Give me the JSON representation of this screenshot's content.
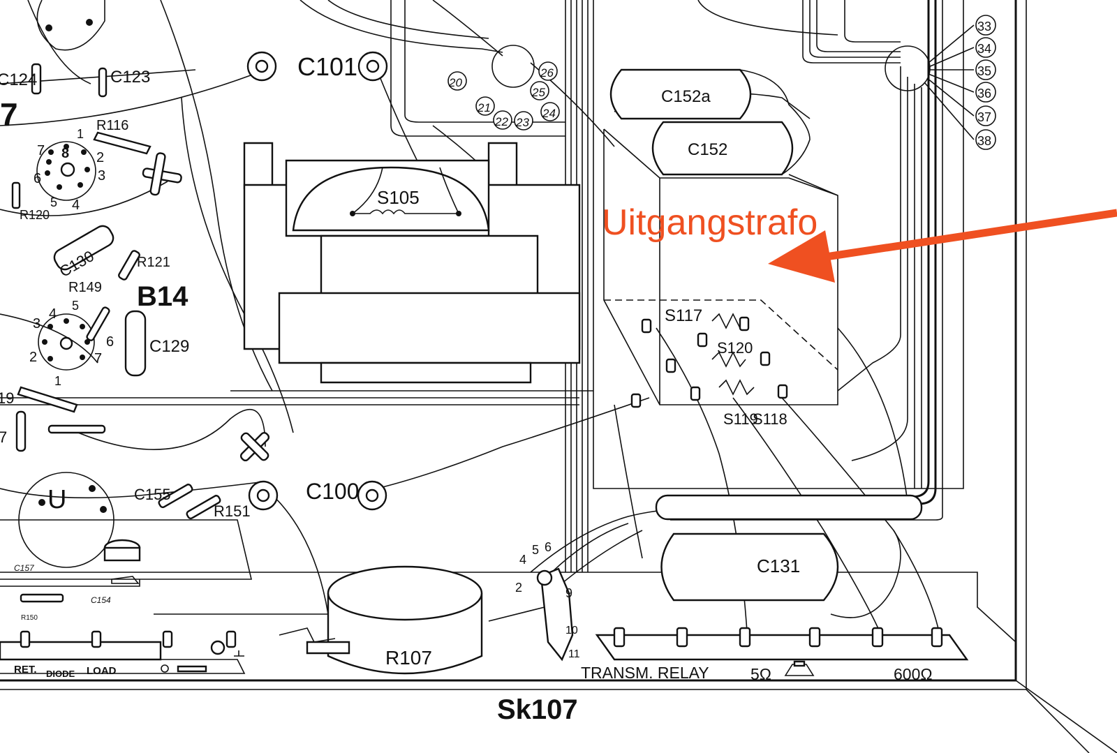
{
  "colors": {
    "annotation": "#ef5021",
    "ink": "#111111",
    "paper": "#ffffff"
  },
  "annotation": {
    "text": "Uitgangstrafo",
    "pointer": "arrow-left-pointing"
  },
  "components": {
    "c101": "C101",
    "c100": "C100",
    "c124": "C124",
    "c123": "C123",
    "r116": "R116",
    "r120": "R120",
    "c130": "C130",
    "r121": "R121",
    "r149": "R149",
    "b14": "B14",
    "c129": "C129",
    "c155": "C155",
    "r151": "R151",
    "c157": "C157",
    "c154": "C154",
    "r150": "R150",
    "s105": "S105",
    "c152a": "C152a",
    "c152": "C152",
    "s117": "S117",
    "s120": "S120",
    "s119": "S119",
    "s118": "S118",
    "c131": "C131",
    "r107": "R107",
    "u_tube": "U",
    "fragment_7": "7",
    "fragment_19": "19",
    "fragment_7b": "7"
  },
  "pins_top": {
    "p1": "1",
    "p2": "2",
    "p3": "3",
    "p4": "4",
    "p5": "5",
    "p6": "6",
    "p7": "7",
    "p8": "8"
  },
  "pins_bottom": {
    "p1": "1",
    "p2": "2",
    "p3": "3",
    "p4": "4",
    "p5": "5",
    "p6": "6",
    "p7": "7"
  },
  "circled_numbers": {
    "n20": "20",
    "n21": "21",
    "n22": "22",
    "n23": "23",
    "n24": "24",
    "n25": "25",
    "n26": "26",
    "n33": "33",
    "n34": "34",
    "n35": "35",
    "n36": "36",
    "n37": "37",
    "n38": "38"
  },
  "switch_terminals": {
    "t2": "2",
    "t4": "4",
    "t5": "5",
    "t6": "6",
    "t9": "9",
    "t10": "10",
    "t11": "11"
  },
  "terminal_strip_left": {
    "ret": "RET.",
    "diode": "DIODE",
    "load": "LOAD"
  },
  "terminal_strip_right": {
    "transm_relay": "TRANSM. RELAY",
    "ohm5": "5Ω",
    "ohm600": "600Ω"
  },
  "chassis_label": "Sk107"
}
